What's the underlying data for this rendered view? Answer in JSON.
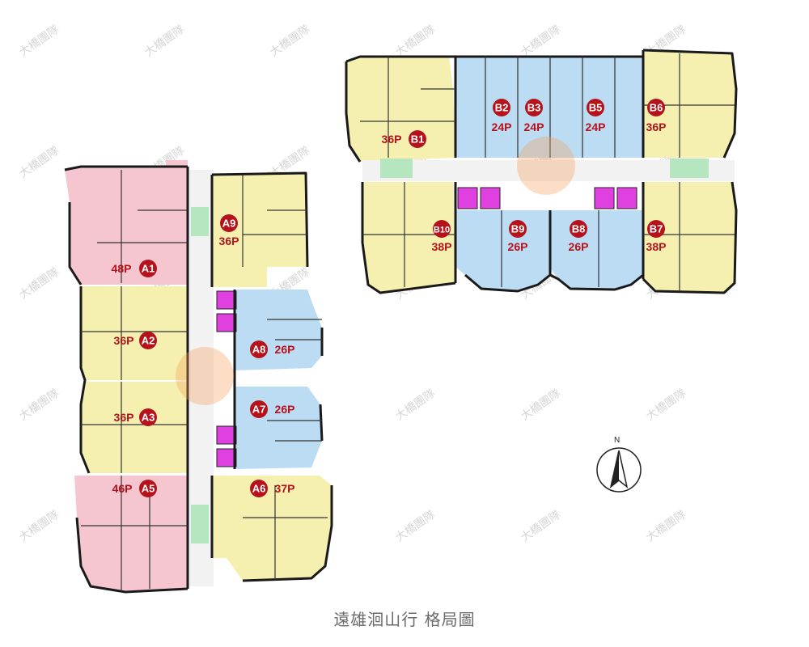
{
  "caption": "遠雄洄山行 格局圖",
  "watermark_text": "大橋團隊",
  "compass": {
    "label": "N"
  },
  "colors": {
    "pink": "#f5c6cf",
    "yellow": "#f6f0b0",
    "blue": "#bcdcf3",
    "green": "#b6e6bf",
    "magenta": "#e040e0",
    "badge": "#b5121b",
    "label": "#b5121b",
    "wall": "#1a1a1a"
  },
  "units": {
    "A1": {
      "code": "A1",
      "size": "48P"
    },
    "A2": {
      "code": "A2",
      "size": "36P"
    },
    "A3": {
      "code": "A3",
      "size": "36P"
    },
    "A5": {
      "code": "A5",
      "size": "46P"
    },
    "A6": {
      "code": "A6",
      "size": "37P"
    },
    "A7": {
      "code": "A7",
      "size": "26P"
    },
    "A8": {
      "code": "A8",
      "size": "26P"
    },
    "A9": {
      "code": "A9",
      "size": "36P"
    },
    "B1": {
      "code": "B1",
      "size": "36P"
    },
    "B2": {
      "code": "B2",
      "size": "24P"
    },
    "B3": {
      "code": "B3",
      "size": "24P"
    },
    "B5": {
      "code": "B5",
      "size": "24P"
    },
    "B6": {
      "code": "B6",
      "size": "36P"
    },
    "B7": {
      "code": "B7",
      "size": "38P"
    },
    "B8": {
      "code": "B8",
      "size": "26P"
    },
    "B9": {
      "code": "B9",
      "size": "26P"
    },
    "B10": {
      "code": "B10",
      "size": "38P"
    }
  }
}
